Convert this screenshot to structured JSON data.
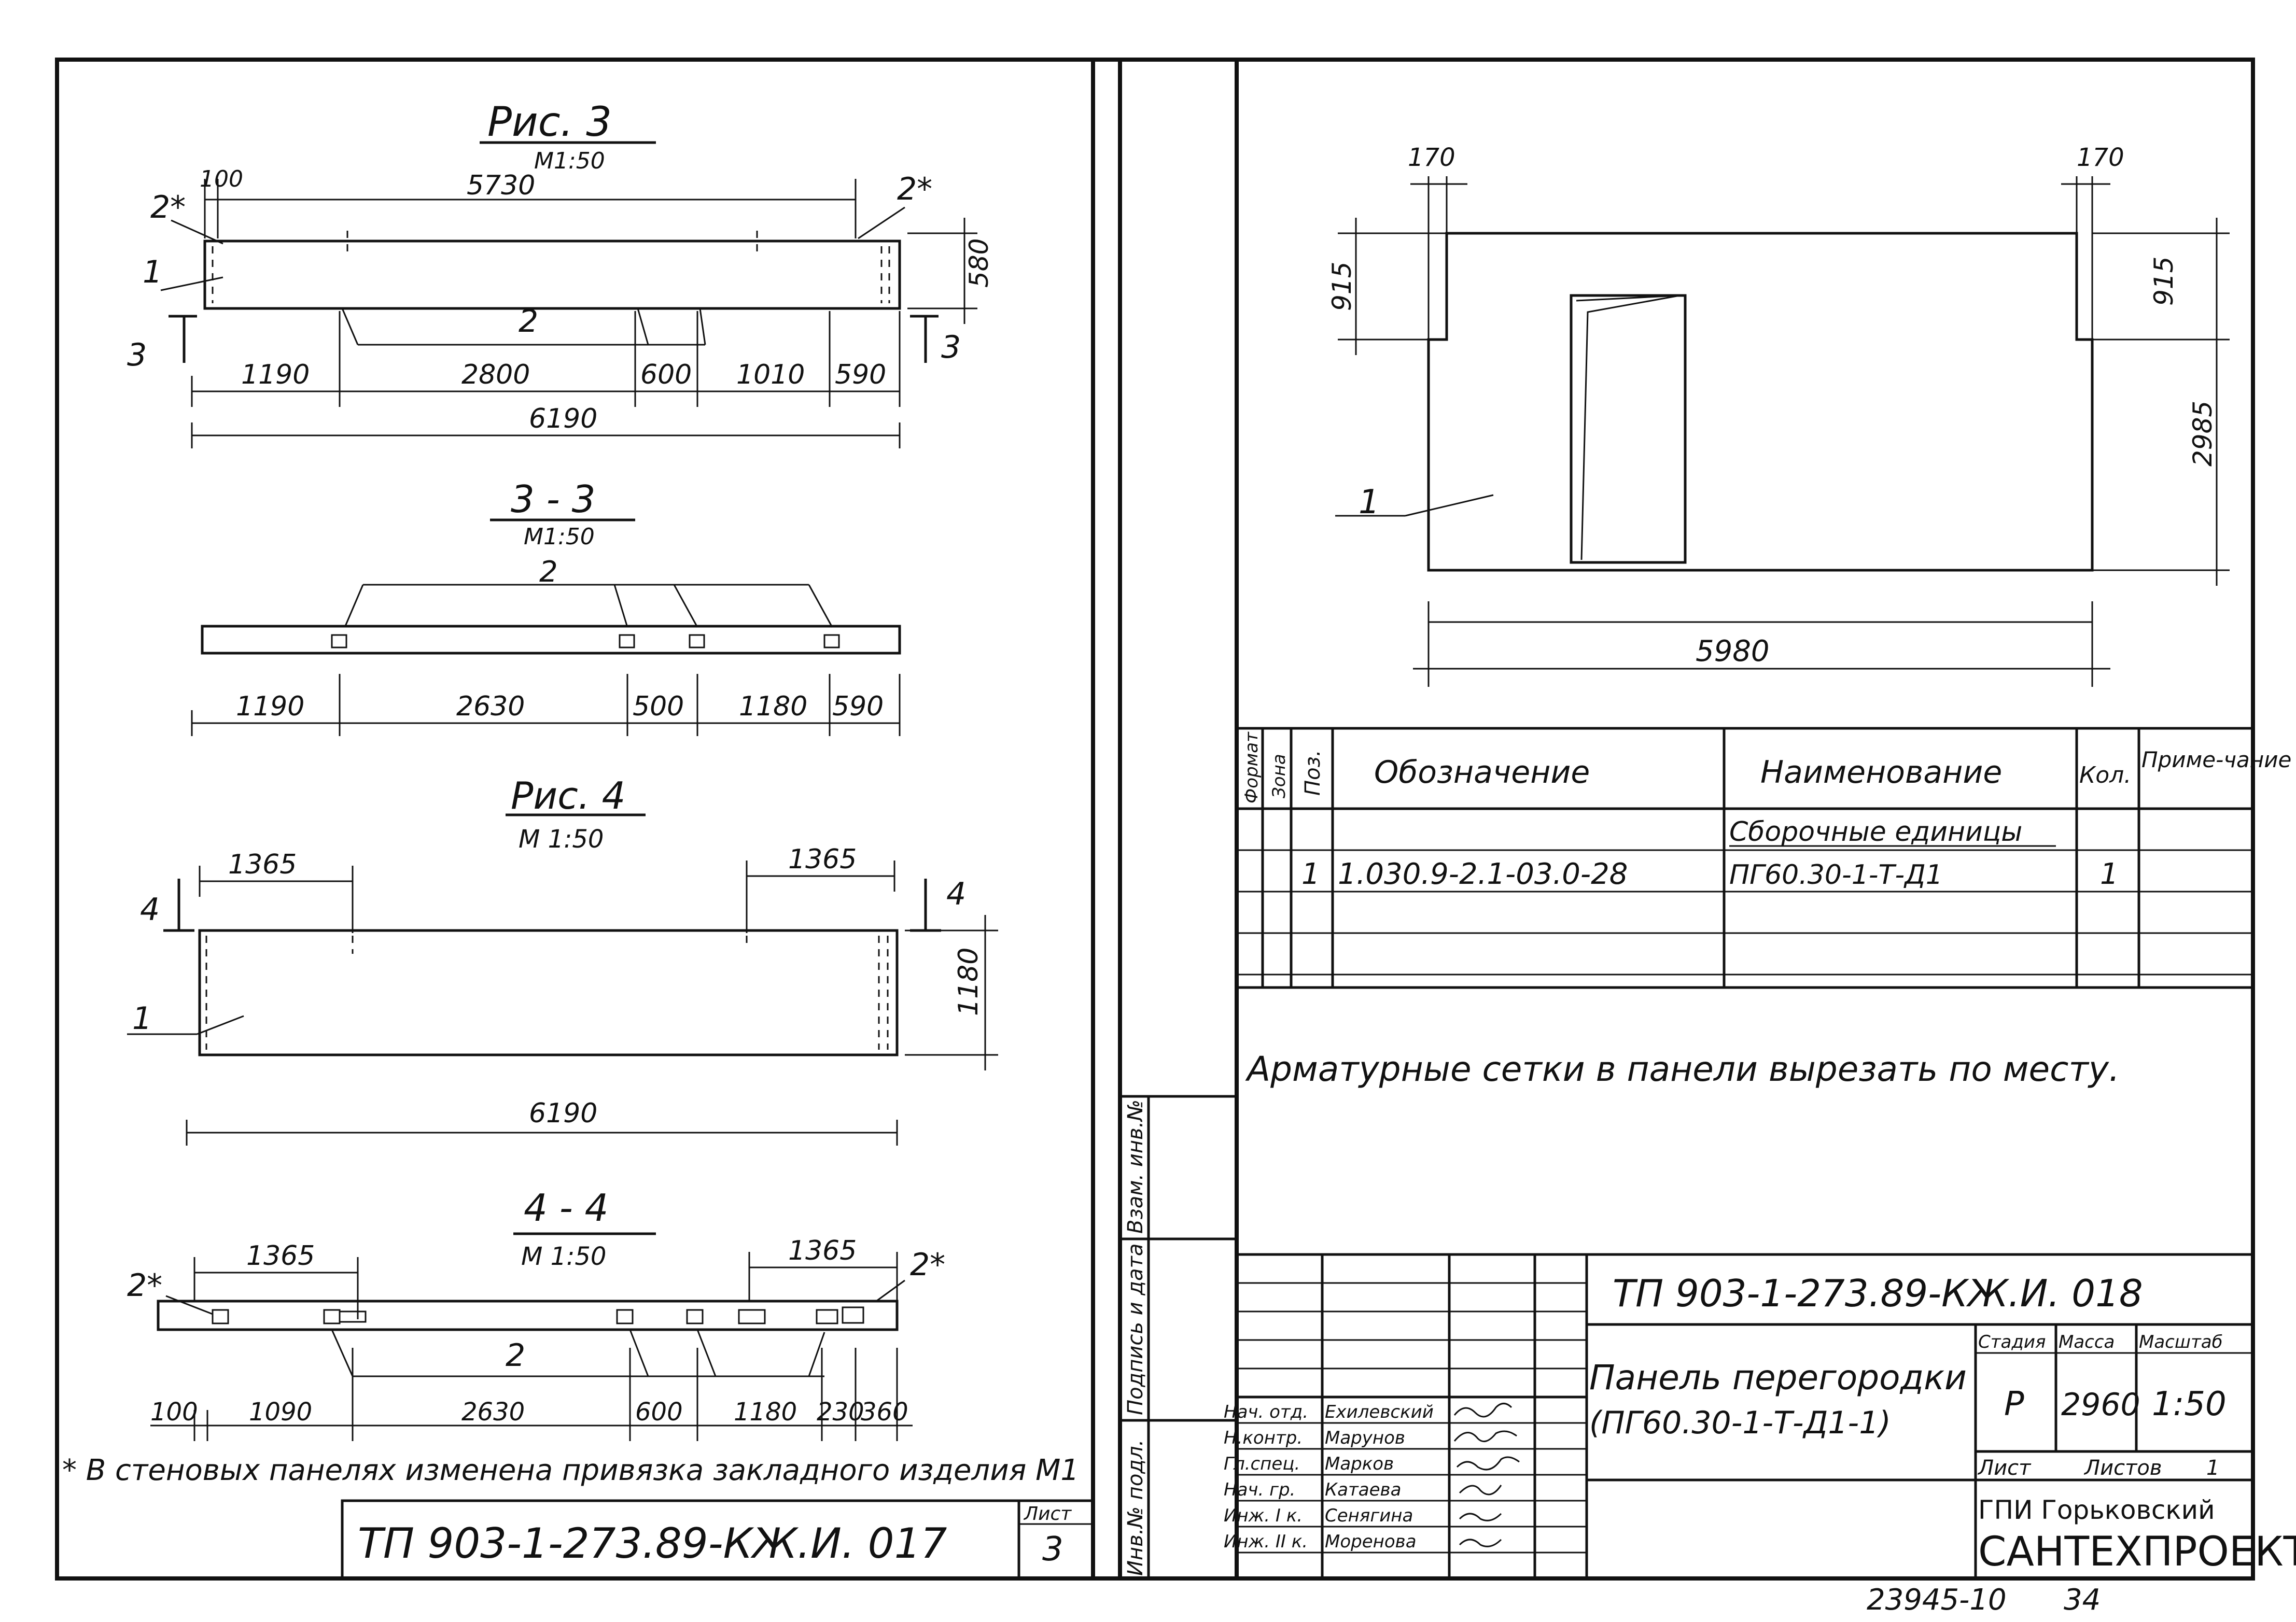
{
  "left": {
    "fig3": {
      "title": "Рис. 3",
      "scale": "М1:50",
      "dims_top": [
        "100",
        "5730"
      ],
      "dim_height": "580",
      "marks": [
        "2*",
        "2*",
        "1",
        "2",
        "3",
        "3"
      ],
      "dims_bottom": [
        "1190",
        "2800",
        "600",
        "1010",
        "590"
      ],
      "dim_total": "6190"
    },
    "sec33": {
      "title": "3 - 3",
      "scale": "М1:50",
      "mark": "2",
      "dims": [
        "1190",
        "2630",
        "500",
        "1180",
        "590"
      ]
    },
    "fig4": {
      "title": "Рис. 4",
      "scale": "М 1:50",
      "dims_top": [
        "1365",
        "1365"
      ],
      "dim_height": "1180",
      "marks": [
        "4",
        "4",
        "1"
      ],
      "dim_total": "6190"
    },
    "sec44": {
      "title": "4 - 4",
      "scale": "М 1:50",
      "dims_top": [
        "1365",
        "1365"
      ],
      "marks": [
        "2*",
        "2*",
        "2"
      ],
      "dims_bottom": [
        "100",
        "1090",
        "2630",
        "600",
        "1180",
        "230",
        "360"
      ]
    },
    "footnote": "* В стеновых панелях изменена привязка закладного изделия М1",
    "stamp": {
      "code": "ТП 903-1-273.89-КЖ.И. 017",
      "sheet_label": "Лист",
      "sheet_no": "3"
    }
  },
  "vertical_labels": [
    "Инв.№ подл.",
    "Подпись и дата",
    "Взам. инв.№"
  ],
  "right": {
    "panel": {
      "dims_top": [
        "170",
        "170"
      ],
      "dim_left": "915",
      "dim_right": [
        "915",
        "2985"
      ],
      "dim_bottom": "5980",
      "mark": "1"
    },
    "spec": {
      "headers": [
        "Формат",
        "Зона",
        "Поз.",
        "Обозначение",
        "Наименование",
        "Кол.",
        "Приме-чание"
      ],
      "section": "Сборочные единицы",
      "row": {
        "pos": "1",
        "designation": "1.030.9-2.1-03.0-28",
        "name": "ПГ60.30-1-Т-Д1",
        "qty": "1"
      }
    },
    "note": "Арматурные сетки в панели вырезать по месту.",
    "title_block": {
      "code": "ТП 903-1-273.89-КЖ.И. 018",
      "people": [
        {
          "role": "Нач. отд.",
          "name": "Ехилевский"
        },
        {
          "role": "Н.контр.",
          "name": "Марунов"
        },
        {
          "role": "Гл.спец.",
          "name": "Марков"
        },
        {
          "role": "Нач. гр.",
          "name": "Катаева"
        },
        {
          "role": "Инж. I к.",
          "name": "Сенягина"
        },
        {
          "role": "Инж. II к.",
          "name": "Моренова"
        }
      ],
      "doc_name": [
        "Панель перегородки",
        "(ПГ60.30-1-Т-Д1-1)"
      ],
      "stage_label": "Стадия",
      "stage": "Р",
      "mass_label": "Масса",
      "mass": "2960",
      "scale_label": "Масштаб",
      "scale": "1:50",
      "sheet_label": "Лист",
      "sheets_label": "Листов",
      "sheets": "1",
      "org_line1": "ГПИ Горьковский",
      "org_line2": "САНТЕХПРОЕКТ"
    },
    "archive_no": "23945-10",
    "archive_page": "34"
  }
}
